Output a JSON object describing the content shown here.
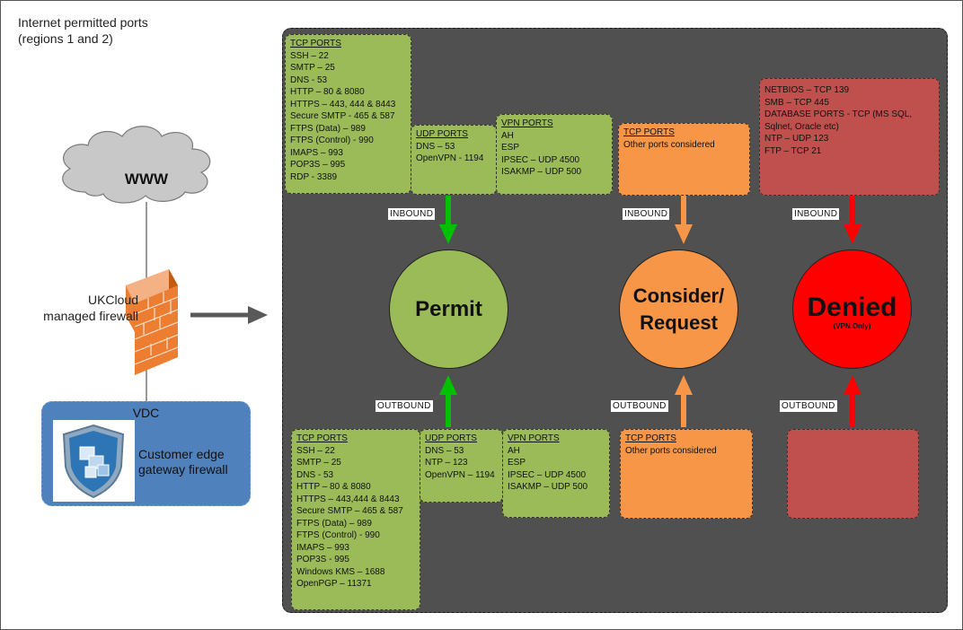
{
  "title": {
    "line1": "Internet permitted ports",
    "line2": "(regions 1 and 2)"
  },
  "cloud_label": "WWW",
  "firewall_label": {
    "line1": "UKCloud",
    "line2": "managed firewall"
  },
  "vdc": {
    "title": "VDC",
    "text_line1": "Customer edge",
    "text_line2": "gateway firewall"
  },
  "direction_labels": {
    "inbound": "INBOUND",
    "outbound": "OUTBOUND"
  },
  "circles": {
    "permit": {
      "label": "Permit"
    },
    "consider": {
      "line1": "Consider/",
      "line2": "Request"
    },
    "denied": {
      "label": "Denied",
      "sub": "(VPN Only)"
    }
  },
  "inbound_permit": {
    "tcp": {
      "header": "TCP PORTS",
      "lines": [
        "SSH – 22",
        "SMTP – 25",
        "DNS - 53",
        "HTTP – 80 & 8080",
        "HTTPS – 443, 444 & 8443",
        "Secure SMTP - 465 & 587",
        "FTPS (Data) – 989",
        "FTPS (Control) - 990",
        "IMAPS – 993",
        "POP3S – 995",
        "RDP - 3389"
      ]
    },
    "udp": {
      "header": "UDP PORTS",
      "lines": [
        "DNS – 53",
        "OpenVPN - 1194"
      ]
    },
    "vpn": {
      "header": "VPN PORTS",
      "lines": [
        "AH",
        "ESP",
        "IPSEC – UDP 4500",
        "ISAKMP – UDP 500"
      ]
    }
  },
  "inbound_consider": {
    "header": "TCP PORTS",
    "lines": [
      "Other ports considered"
    ]
  },
  "inbound_denied": {
    "lines": [
      "NETBIOS – TCP 139",
      "SMB – TCP 445",
      "DATABASE PORTS - TCP (MS SQL,",
      "Sqlnet, Oracle etc)",
      "NTP – UDP 123",
      "FTP – TCP 21"
    ]
  },
  "outbound_permit": {
    "tcp": {
      "header": "TCP PORTS",
      "lines": [
        "SSH – 22",
        "SMTP – 25",
        "DNS - 53",
        "HTTP – 80 & 8080",
        "HTTPS – 443,444 & 8443",
        "Secure SMTP – 465 & 587",
        "FTPS (Data) – 989",
        "FTPS (Control) - 990",
        "IMAPS – 993",
        "POP3S - 995",
        "Windows KMS – 1688",
        "OpenPGP – 11371"
      ]
    },
    "udp": {
      "header": "UDP PORTS",
      "lines": [
        "DNS – 53",
        "NTP – 123",
        "OpenVPN – 1194"
      ]
    },
    "vpn": {
      "header": "VPN PORTS",
      "lines": [
        "AH",
        "ESP",
        "IPSEC – UDP 4500",
        "ISAKMP – UDP 500"
      ]
    }
  },
  "outbound_consider": {
    "header": "TCP PORTS",
    "lines": [
      "Other ports considered"
    ]
  },
  "colors": {
    "green": "#9bbb59",
    "orange": "#f79646",
    "red": "#c0504d",
    "permit_circle": "#9bbb59",
    "denied_circle": "#ff0000",
    "arrow_green": "#00c000",
    "arrow_red": "#ff0000",
    "arrow_orange": "#f79646",
    "dark_panel": "#505050"
  }
}
